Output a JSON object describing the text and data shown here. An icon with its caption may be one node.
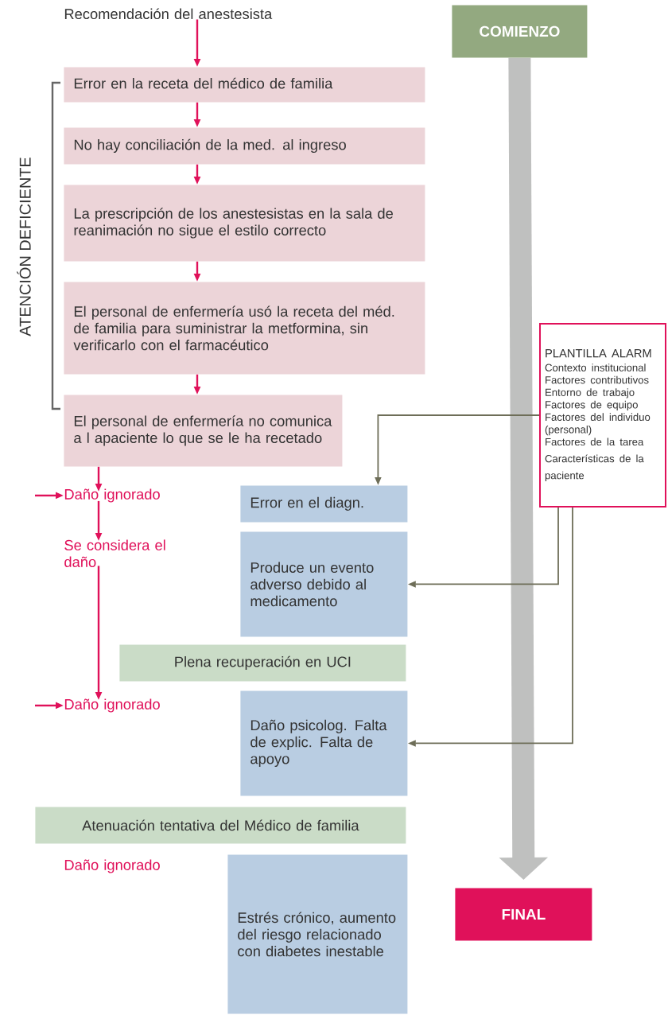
{
  "diagram": {
    "nodes": [
      {
        "text": [
          "Recomendación del anestesista"
        ]
      },
      {
        "text": [
          "Error en la receta del médico de familia"
        ]
      },
      {
        "text": [
          "No hay conciliación de la med. al ingreso"
        ]
      },
      {
        "text": [
          "La prescripción de los anestesistas en la sala de reanimación no sigue el estilo correcto"
        ]
      },
      {
        "text": [
          "El personal de enfermería usó la receta del méd. de familia para suministrar la metformina, sin verificarlo con el farmacéutico"
        ]
      },
      {
        "text": [
          "El personal de enfermería no comunica a l apaciente lo que se le ha recetado"
        ]
      },
      {
        "text": [
          "Daño ignorado"
        ]
      },
      {
        "text": [
          "Se considera el daño"
        ]
      },
      {
        "text": [
          "Daño ignorado"
        ]
      },
      {
        "text": [
          "Daño ignorado"
        ]
      },
      {
        "text": [
          "Error en el diagn."
        ]
      },
      {
        "text": [
          "Produce un evento adverso debido al medicamento"
        ]
      },
      {
        "text": [
          "Plena recuperación en UCI"
        ]
      },
      {
        "text": [
          "Daño psicolog. Falta de explic. Falta de apoyo"
        ]
      },
      {
        "text": [
          "Atenuación tentativa del Médico de familia"
        ]
      },
      {
        "text": [
          "Estrés crónico, aumento del riesgo relacionado con diabetes inestable"
        ]
      },
      {
        "text": [
          "COMIENZO"
        ]
      },
      {
        "text": [
          "FINAL"
        ]
      },
      {
        "text": [
          "PLANTILLA ALARM",
          "Contexto institucional",
          "Factores contributivos",
          "Entorno de trabajo",
          "Factores de equipo",
          "Factores del individuo (personal)",
          "Factores de la tarea",
          "Características de la paciente"
        ]
      }
    ],
    "edges": [
      {
        "from": 0,
        "to": 1,
        "arrow": "to"
      },
      {
        "from": 1,
        "to": 2,
        "arrow": "to"
      },
      {
        "from": 2,
        "to": 3,
        "arrow": "to"
      },
      {
        "from": 3,
        "to": 4,
        "arrow": "to"
      },
      {
        "from": 4,
        "to": 5,
        "arrow": "to"
      },
      {
        "from": 5,
        "to": 6,
        "arrow": "to"
      },
      {
        "from": null,
        "to": 6,
        "arrow": "to"
      },
      {
        "from": 6,
        "to": 7,
        "arrow": "to"
      },
      {
        "from": 7,
        "to": 8,
        "arrow": "to"
      },
      {
        "from": null,
        "to": 8,
        "arrow": "to"
      },
      {
        "from": 18,
        "to": 10,
        "arrow": "to",
        "color": "#6e6e58"
      },
      {
        "from": 18,
        "to": 11,
        "arrow": "to",
        "color": "#6e6e58"
      },
      {
        "from": 18,
        "to": 13,
        "arrow": "to",
        "color": "#6e6e58"
      },
      {
        "from": 16,
        "to": 17,
        "arrow": "to",
        "style": "thick",
        "color": "#bfc0bf"
      }
    ],
    "labels": [
      "ATENCIÓN DEFICIENTE"
    ]
  }
}
